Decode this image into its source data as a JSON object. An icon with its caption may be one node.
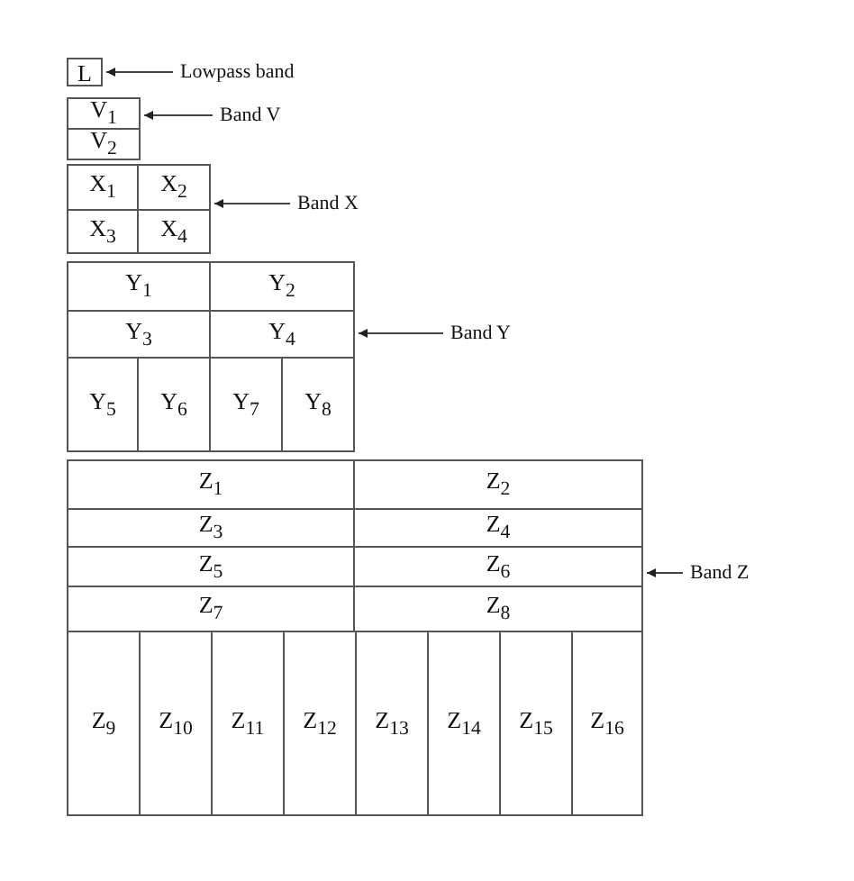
{
  "diagram": {
    "nodes": [
      {
        "text": [
          "L"
        ]
      },
      {
        "text": [
          "Lowpass band"
        ]
      },
      {
        "text": [],
        "shape": "box"
      },
      {
        "text": [
          "V$_{1}$"
        ],
        "in": 2
      },
      {
        "text": [
          "V$_{2}$"
        ],
        "in": 2
      },
      {
        "text": [
          "Band V"
        ]
      },
      {
        "text": [],
        "shape": "box"
      },
      {
        "text": [
          "X$_{1}$"
        ],
        "in": 6
      },
      {
        "text": [
          "X$_{2}$"
        ],
        "in": 6
      },
      {
        "text": [
          "X$_{3}$"
        ],
        "in": 6
      },
      {
        "text": [
          "X$_{4}$"
        ],
        "in": 6
      },
      {
        "text": [
          "Band X"
        ]
      },
      {
        "text": [],
        "shape": "box"
      },
      {
        "text": [
          "Y$_{1}$"
        ],
        "in": 12
      },
      {
        "text": [
          "Y$_{2}$"
        ],
        "in": 12
      },
      {
        "text": [
          "Y$_{3}$"
        ],
        "in": 12
      },
      {
        "text": [
          "Y$_{4}$"
        ],
        "in": 12
      },
      {
        "text": [
          "Y$_{5}$"
        ],
        "in": 12
      },
      {
        "text": [
          "Y$_{6}$"
        ],
        "in": 12
      },
      {
        "text": [
          "Y$_{7}$"
        ],
        "in": 12
      },
      {
        "text": [
          "Y$_{8}$"
        ],
        "in": 12
      },
      {
        "text": [
          "Band Y"
        ]
      },
      {
        "text": [],
        "shape": "box"
      },
      {
        "text": [
          "Z$_{1}$"
        ],
        "in": 22
      },
      {
        "text": [
          "Z$_{2}$"
        ],
        "in": 22
      },
      {
        "text": [
          "Z$_{3}$"
        ],
        "in": 22
      },
      {
        "text": [
          "Z$_{4}$"
        ],
        "in": 22
      },
      {
        "text": [
          "Z$_{5}$"
        ],
        "in": 22
      },
      {
        "text": [
          "Z$_{6}$"
        ],
        "in": 22
      },
      {
        "text": [
          "Z$_{7}$"
        ],
        "in": 22
      },
      {
        "text": [
          "Z$_{8}$"
        ],
        "in": 22
      },
      {
        "text": [
          "Z$_{9}$"
        ],
        "in": 22
      },
      {
        "text": [
          "Z$_{10}$"
        ],
        "in": 22
      },
      {
        "text": [
          "Z$_{11}$"
        ],
        "in": 22
      },
      {
        "text": [
          "Z$_{12}$"
        ],
        "in": 22
      },
      {
        "text": [
          "Z$_{13}$"
        ],
        "in": 22
      },
      {
        "text": [
          "Z$_{14}$"
        ],
        "in": 22
      },
      {
        "text": [
          "Z$_{15}$"
        ],
        "in": 22
      },
      {
        "text": [
          "Z$_{16}$"
        ],
        "in": 22
      },
      {
        "text": [
          "Band Z"
        ]
      }
    ],
    "edges": [
      {
        "from": 1,
        "to": 0,
        "arrow": "to"
      },
      {
        "from": 5,
        "to": 2,
        "arrow": "to"
      },
      {
        "from": 11,
        "to": 6,
        "arrow": "to"
      },
      {
        "from": 21,
        "to": 12,
        "arrow": "to"
      },
      {
        "from": 39,
        "to": 22,
        "arrow": "to"
      }
    ]
  }
}
